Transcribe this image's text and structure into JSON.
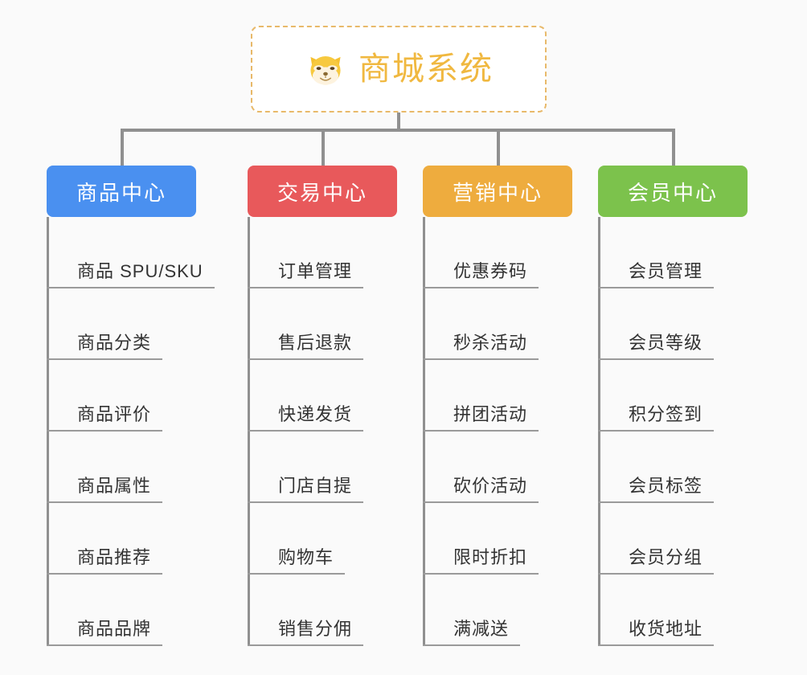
{
  "page": {
    "background_color": "#fafafa",
    "type": "mindmap"
  },
  "root": {
    "title": "商城系统",
    "icon": "shiba-dog-face-icon",
    "text_color": "#f0b840",
    "border_color": "#e8b96a",
    "background_color": "#ffffff"
  },
  "connector_color": "#909090",
  "branches": [
    {
      "id": "product-center",
      "label": "商品中心",
      "color": "#4a90f0",
      "items": [
        "商品 SPU/SKU",
        "商品分类",
        "商品评价",
        "商品属性",
        "商品推荐",
        "商品品牌"
      ]
    },
    {
      "id": "trade-center",
      "label": "交易中心",
      "color": "#e8595b",
      "items": [
        "订单管理",
        "售后退款",
        "快递发货",
        "门店自提",
        "购物车",
        "销售分佣"
      ]
    },
    {
      "id": "marketing-center",
      "label": "营销中心",
      "color": "#eeac3e",
      "items": [
        "优惠券码",
        "秒杀活动",
        "拼团活动",
        "砍价活动",
        "限时折扣",
        "满减送"
      ]
    },
    {
      "id": "member-center",
      "label": "会员中心",
      "color": "#7cc24c",
      "items": [
        "会员管理",
        "会员等级",
        "积分签到",
        "会员标签",
        "会员分组",
        "收货地址"
      ]
    }
  ]
}
